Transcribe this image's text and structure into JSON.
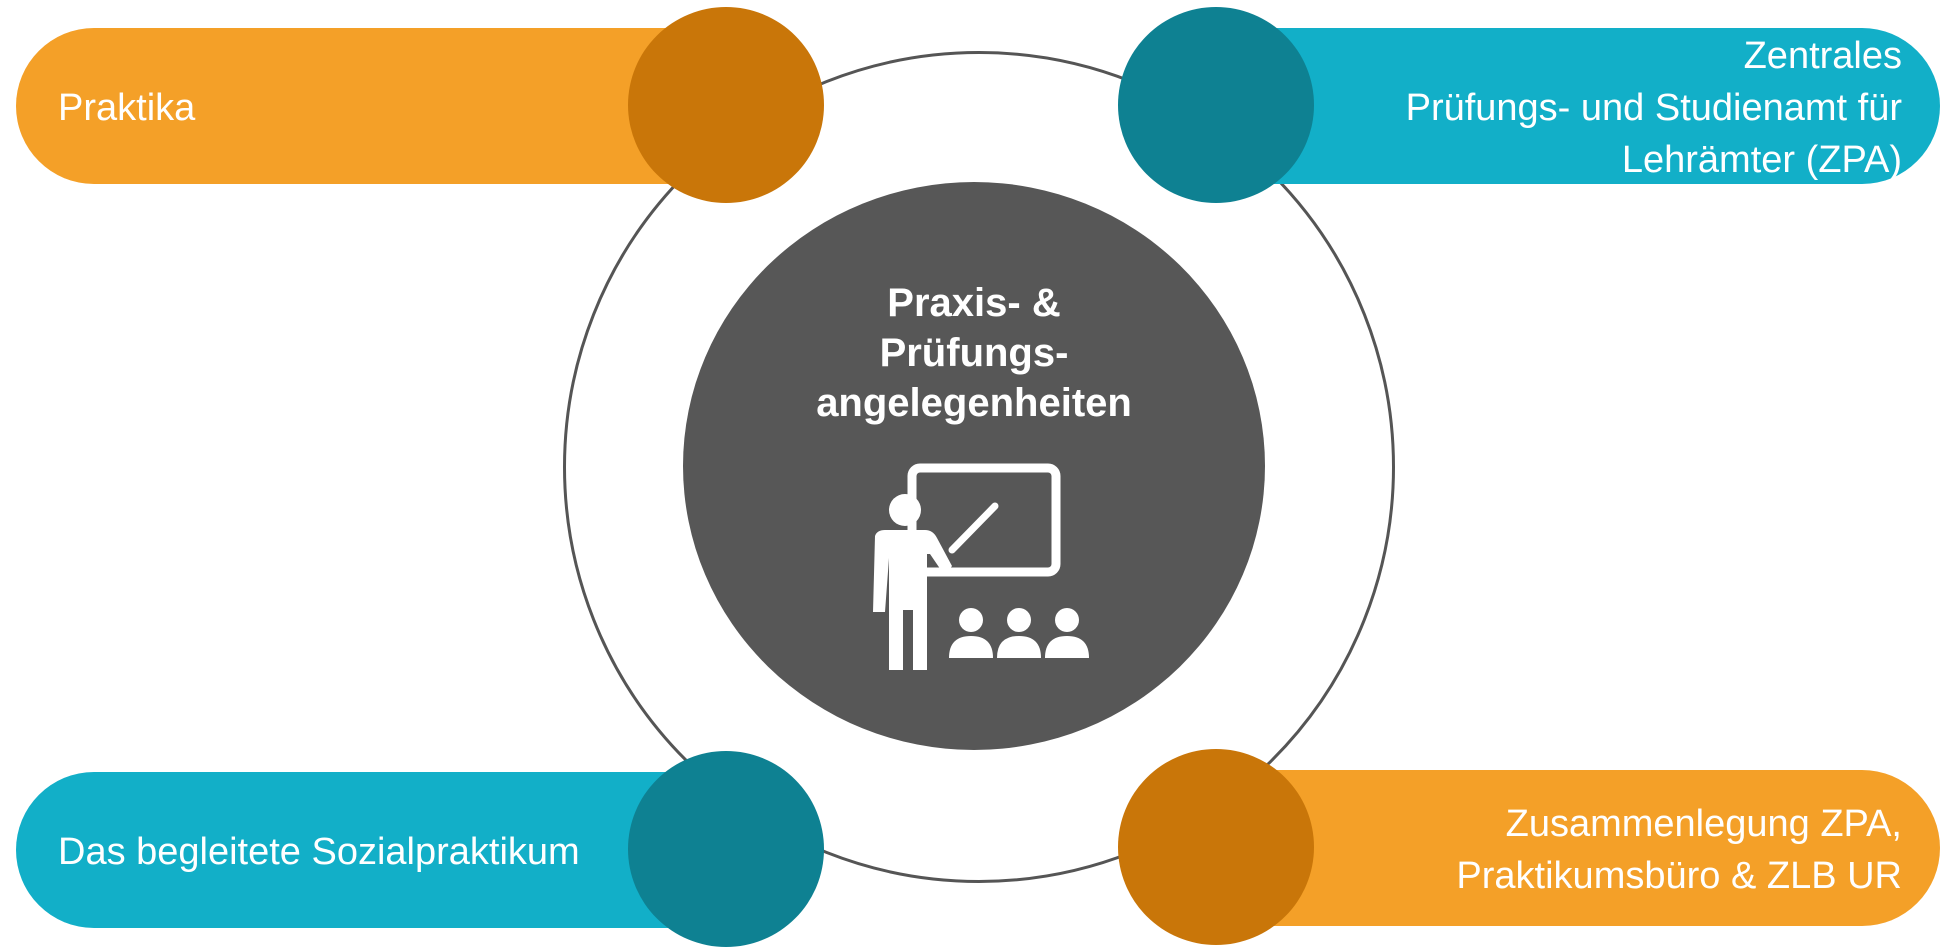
{
  "colors": {
    "orange": "#F4A028",
    "orange_dark": "#C97609",
    "teal": "#12AFC8",
    "teal_dark": "#0E8192",
    "center": "#575757",
    "ring": "#555555"
  },
  "center": {
    "title_lines": [
      "Praxis- &",
      "Prüfungs-",
      "angelegenheiten"
    ],
    "icon": "teacher-presentation-icon"
  },
  "items": [
    {
      "position": "top-left",
      "lines": [
        "Praktika"
      ],
      "color": "orange"
    },
    {
      "position": "top-right",
      "lines": [
        "Zentrales",
        "Prüfungs- und Studienamt für",
        "Lehrämter (ZPA)"
      ],
      "color": "teal"
    },
    {
      "position": "bottom-left",
      "lines": [
        "Das begleitete Sozialpraktikum"
      ],
      "color": "teal"
    },
    {
      "position": "bottom-right",
      "lines": [
        "Zusammenlegung ZPA,",
        "Praktikumsbüro & ZLB UR"
      ],
      "color": "orange"
    }
  ]
}
